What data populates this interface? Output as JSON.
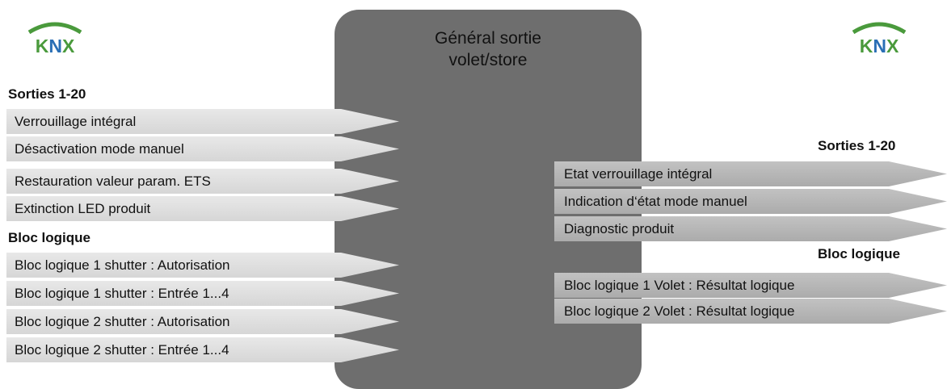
{
  "logos": {
    "left_text": "KNX",
    "right_text": "KNX"
  },
  "block": {
    "title_line1": "Général sortie",
    "title_line2": "volet/store"
  },
  "inputs": {
    "sorties_label": "Sorties 1-20",
    "sorties_items": [
      "Verrouillage intégral",
      "Désactivation mode manuel",
      "Restauration valeur param. ETS",
      "Extinction LED produit"
    ],
    "bloc_label": "Bloc logique",
    "bloc_items": [
      "Bloc logique 1 shutter : Autorisation",
      "Bloc logique 1 shutter : Entrée 1...4",
      "Bloc logique 2 shutter : Autorisation",
      "Bloc logique 2 shutter : Entrée 1...4"
    ]
  },
  "outputs": {
    "sorties_label": "Sorties 1-20",
    "sorties_items": [
      "Etat verrouillage intégral",
      "Indication d‘état mode manuel",
      "Diagnostic produit"
    ],
    "bloc_label": "Bloc logique",
    "bloc_items": [
      "Bloc logique 1 Volet : Résultat logique",
      "Bloc logique 2 Volet : Résultat logique"
    ]
  },
  "colors": {
    "block": "#6e6e6e",
    "input_arrow": "#dcdcdc",
    "output_arrow": "#b5b5b5",
    "knx_green": "#4a9a3c",
    "knx_blue": "#2a6fb5"
  }
}
